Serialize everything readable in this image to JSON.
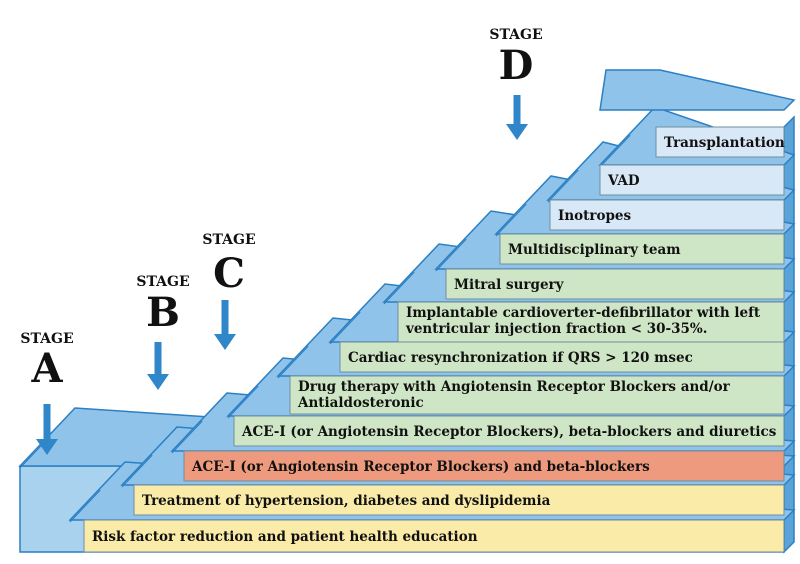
{
  "stages": [
    {
      "id": "A",
      "word": "STAGE",
      "letter": "A"
    },
    {
      "id": "B",
      "word": "STAGE",
      "letter": "B"
    },
    {
      "id": "C",
      "word": "STAGE",
      "letter": "C"
    },
    {
      "id": "D",
      "word": "STAGE",
      "letter": "D"
    }
  ],
  "steps": [
    {
      "lines": [
        "Risk factor reduction and patient health education"
      ],
      "color": "#faeba8"
    },
    {
      "lines": [
        "Treatment of hypertension, diabetes and dyslipidemia"
      ],
      "color": "#faeba8"
    },
    {
      "lines": [
        "ACE-I (or Angiotensin Receptor Blockers) and beta-blockers"
      ],
      "color": "#ee9a7e"
    },
    {
      "lines": [
        "ACE-I (or Angiotensin Receptor Blockers), beta-blockers and diuretics"
      ],
      "color": "#cfe6c6"
    },
    {
      "lines": [
        "Drug therapy with Angiotensin Receptor Blockers and/or",
        "Antialdosteronic"
      ],
      "color": "#cfe6c6"
    },
    {
      "lines": [
        "Cardiac resynchronization if QRS > 120 msec"
      ],
      "color": "#cfe6c6"
    },
    {
      "lines": [
        "Implantable cardioverter-defibrillator with left",
        "ventricular injection fraction < 30-35%."
      ],
      "color": "#cfe6c6"
    },
    {
      "lines": [
        "Mitral surgery"
      ],
      "color": "#cfe6c6"
    },
    {
      "lines": [
        "Multidisciplinary team"
      ],
      "color": "#cfe6c6"
    },
    {
      "lines": [
        "Inotropes"
      ],
      "color": "#d8e8f6"
    },
    {
      "lines": [
        "VAD"
      ],
      "color": "#d8e8f6"
    },
    {
      "lines": [
        "Transplantation"
      ],
      "color": "#d8e8f6"
    }
  ],
  "colors": {
    "stair_top": "#8fc3ea",
    "stair_riser": "#a9d2ef",
    "stair_side": "#5aa3d9",
    "stair_outline": "#2b7fc3",
    "arrow": "#2f86c8"
  }
}
